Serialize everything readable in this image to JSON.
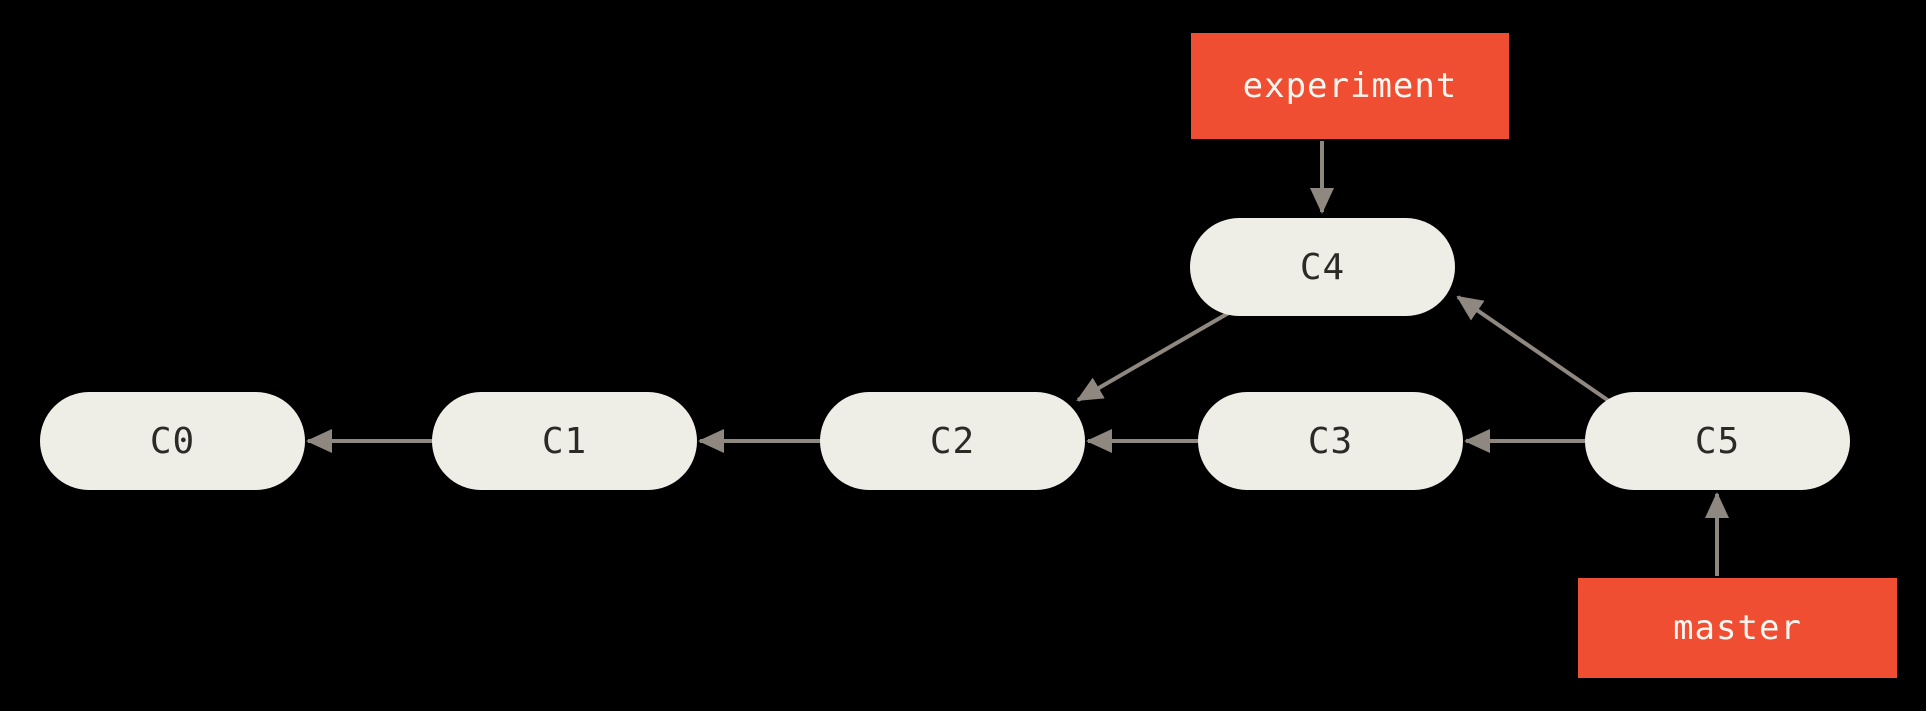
{
  "nodes": [
    {
      "id": "C0",
      "label": "C0"
    },
    {
      "id": "C1",
      "label": "C1"
    },
    {
      "id": "C2",
      "label": "C2"
    },
    {
      "id": "C3",
      "label": "C3"
    },
    {
      "id": "C4",
      "label": "C4"
    },
    {
      "id": "C5",
      "label": "C5"
    }
  ],
  "branches": [
    {
      "name": "experiment",
      "points_to": "C4"
    },
    {
      "name": "master",
      "points_to": "C5"
    }
  ],
  "edges": [
    {
      "from": "C1",
      "to": "C0"
    },
    {
      "from": "C2",
      "to": "C1"
    },
    {
      "from": "C3",
      "to": "C2"
    },
    {
      "from": "C4",
      "to": "C2"
    },
    {
      "from": "C5",
      "to": "C3"
    },
    {
      "from": "C5",
      "to": "C4"
    },
    {
      "from": "experiment",
      "to": "C4"
    },
    {
      "from": "master",
      "to": "C5"
    }
  ],
  "colors": {
    "background": "#000000",
    "node_fill": "#efeee6",
    "node_text": "#2b2a26",
    "branch_fill": "#f04e32",
    "branch_text": "#f7f6f1",
    "arrow": "#8f8880"
  }
}
